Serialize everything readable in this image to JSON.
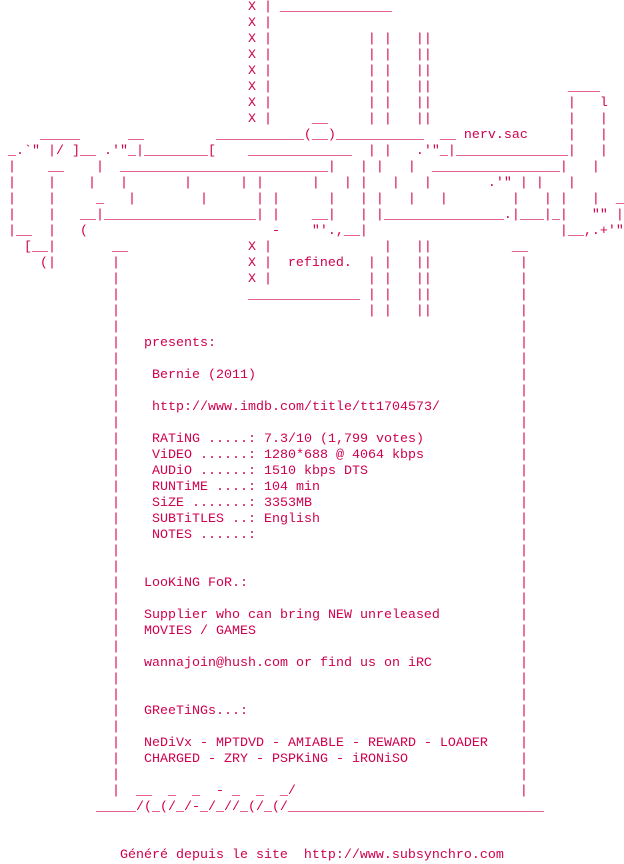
{
  "accent_color": "#d0004e",
  "art_top": [
    "                               X | ______________",
    "                               X |",
    "                               X |            | |   ||",
    "                               X |            | |   ||",
    "                               X |            | |   ||",
    "                               X |            | |   ||                 ____",
    "                               X |            | |   ||                 |   l",
    "                               X |     __     | |   ||                 |   |",
    "     _____      __         ___________(__)___________  __ nerv.sac     |   |",
    " _.`\" |/ ]__ .'\"_|________[    _____________  | |   .'\"_|______________|   |",
    " |    __    |  __________________________|   | |   |  ________________|   |",
    " |    |    |   |       |      | |      |   | |   |   |       .'\" | |   |",
    " |    |     _   |        |      | |      |   | |   |   |        |   | |   |  __",
    " |    |   __|___________________| |    __|   | |_______________.|___|_|   \"\" |",
    " |__  |   (                       -    \"'.,__|                        |__,.+'\"",
    "   [__|       __               X |              |   ||          __",
    "     (|       |                X |  refined.  | |   ||           |",
    "              |                X |            | |   ||           |",
    "              |                ______________ | |   ||           |",
    "              |                               | |   ||           |"
  ],
  "nfo": {
    "presents": "presents:",
    "title": "Bernie (2011)",
    "url": "http://www.imdb.com/title/tt1704573/",
    "specs": [
      "RATiNG .....: 7.3/10 (1,799 votes)",
      "ViDEO ......: 1280*688 @ 4064 kbps",
      "AUDiO ......: 1510 kbps DTS",
      "RUNTiME ....: 104 min",
      "SiZE .......: 3353MB",
      "SUBTiTLES ..: English",
      "NOTES ......:"
    ],
    "looking_for": "LooKiNG FoR.:",
    "looking_lines": [
      "Supplier who can bring NEW unreleased",
      "MOVIES / GAMES"
    ],
    "contact": "wannajoin@hush.com or find us on iRC",
    "greetings_label": "GReeTiNGs...:",
    "greetings_lines": [
      "NeDiVx - MPTDVD - AMIABLE - REWARD - LOADER",
      "CHARGED - ZRY - PSPKiNG - iRONiSO"
    ]
  },
  "art_bottom": [
    "              |  __  _  _  - _  _  _/                            |",
    "            _____/(_(/_/-_/_//_(/_(/________________________________"
  ],
  "footer": "               Généré depuis le site  http://www.subsynchro.com"
}
